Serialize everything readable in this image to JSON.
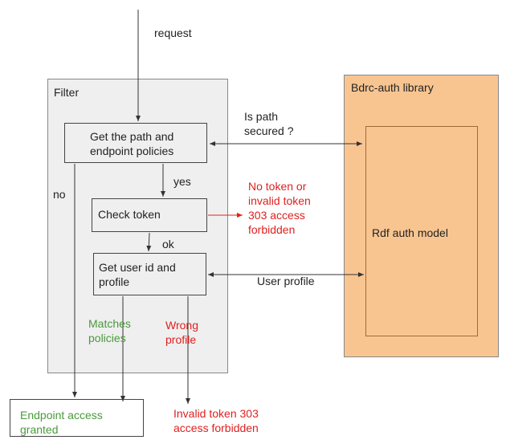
{
  "labels": {
    "request": "request",
    "filter": "Filter",
    "library": "Bdrc-auth library",
    "rdf_model": "Rdf auth model",
    "get_path": [
      "Get the path and",
      "endpoint policies"
    ],
    "check_token": "Check token",
    "get_user": [
      "Get user id and",
      "profile"
    ],
    "endpoint_access": [
      "Endpoint access",
      "granted"
    ],
    "is_path_secured": [
      "Is path",
      "secured ?"
    ],
    "yes": "yes",
    "no": "no",
    "ok": "ok",
    "no_token": [
      "No token or",
      "invalid token",
      "303 access",
      "forbidden"
    ],
    "user_profile": "User profile",
    "matches_policies": [
      "Matches",
      "policies"
    ],
    "wrong_profile": [
      "Wrong",
      "profile"
    ],
    "invalid_token": [
      "Invalid token 303",
      "access forbidden"
    ]
  },
  "colors": {
    "library_fill": "#f8c591",
    "filter_fill": "#efefef",
    "error_text": "#e02020",
    "success_text": "#4a9a3c"
  }
}
